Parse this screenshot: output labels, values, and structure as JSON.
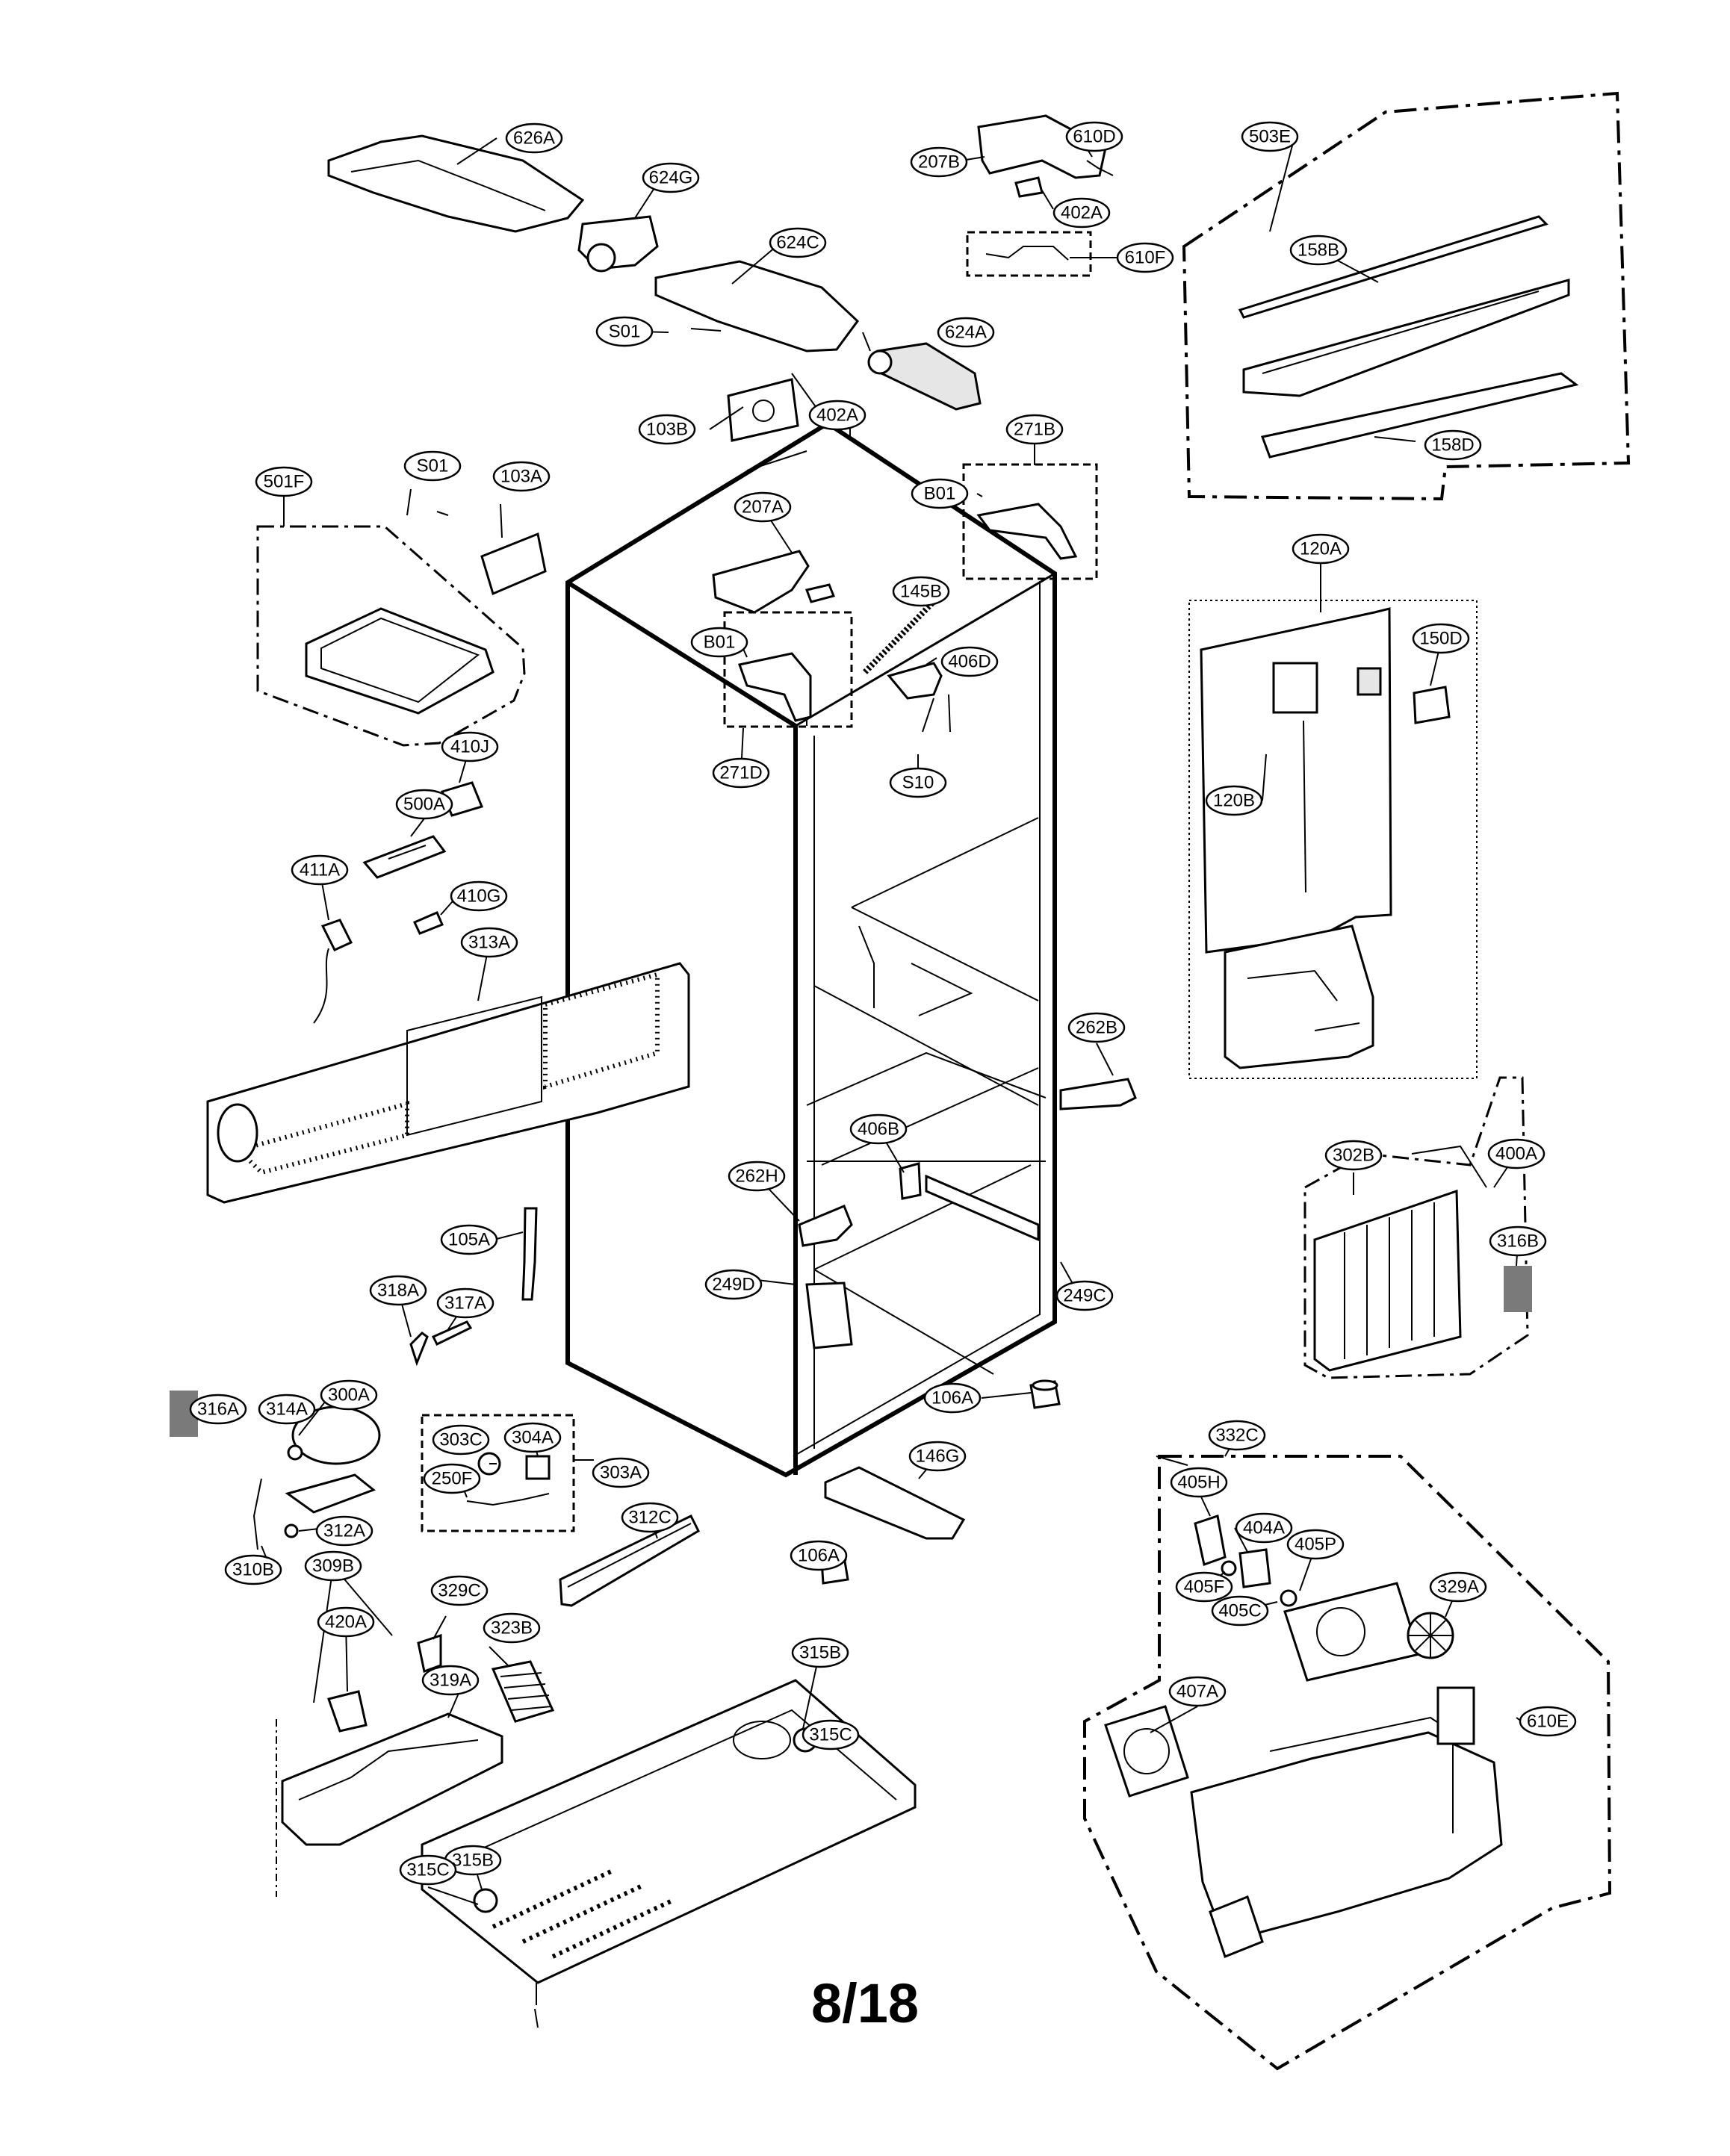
{
  "page_number": "8/18",
  "callouts": [
    "626A",
    "624G",
    "624C",
    "624A",
    "S01",
    "103B",
    "207B",
    "610D",
    "402A",
    "610F",
    "503E",
    "158B",
    "158D",
    "271B",
    "B01",
    "S01",
    "103A",
    "501F",
    "207A",
    "402A",
    "145B",
    "B01",
    "406D",
    "271D",
    "S10",
    "410J",
    "500A",
    "411A",
    "410G",
    "313A",
    "120A",
    "150D",
    "120B",
    "262B",
    "406B",
    "262H",
    "249D",
    "249C",
    "105A",
    "302B",
    "400A",
    "316B",
    "318A",
    "317A",
    "316A",
    "314A",
    "300A",
    "303C",
    "304A",
    "303A",
    "250F",
    "312A",
    "310B",
    "106A",
    "146G",
    "312C",
    "106A",
    "332C",
    "405H",
    "404A",
    "405P",
    "405F",
    "405C",
    "329A",
    "309B",
    "329C",
    "420A",
    "323B",
    "319A",
    "315B",
    "315C",
    "407A",
    "610E",
    "315B",
    "315C"
  ]
}
